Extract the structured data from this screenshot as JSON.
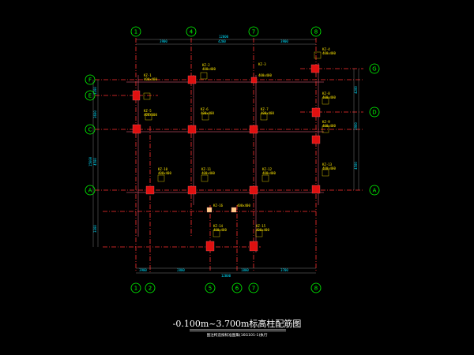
{
  "drawing": {
    "title": "-0.100m~3.700m标高柱配筋图",
    "subtitle": "图注构造按标准图集(16G101-1)执行",
    "colors": {
      "background": "#000000",
      "axis_line": "#ff3030",
      "column": "#e01010",
      "label": "#ffe800",
      "dimension": "#00e0ff",
      "bubble": "#00ff00",
      "title": "#ffffff"
    }
  },
  "axes": {
    "top": [
      "1",
      "4",
      "7",
      "8"
    ],
    "bottom": [
      "1",
      "2",
      "5",
      "6",
      "7",
      "8"
    ],
    "left": [
      "F",
      "E",
      "C",
      "A"
    ],
    "right": [
      "G",
      "D",
      "A"
    ]
  },
  "dimensions": {
    "top_overall": "12000",
    "top_segments": [
      "3900",
      "4200",
      "3900"
    ],
    "bottom_overall": "12000",
    "bottom_segments": [
      "3900",
      "2800",
      "1800",
      "3700"
    ],
    "left_overall": "15600",
    "left_segments": [
      "1200",
      "3600",
      "4500",
      "3300"
    ],
    "right_segments": [
      "4200",
      "3900",
      "4500"
    ]
  },
  "columns": [
    {
      "code": "KZ-1",
      "spec": "400x400"
    },
    {
      "code": "KZ-2",
      "spec": "400x400"
    },
    {
      "code": "KZ-3",
      "spec": "400x400"
    },
    {
      "code": "KZ-4",
      "spec": "400x400"
    },
    {
      "code": "KZ-5",
      "spec": "400x400"
    },
    {
      "code": "KZ-6",
      "spec": "400x400"
    },
    {
      "code": "KZ-7",
      "spec": "400x400"
    },
    {
      "code": "KZ-8",
      "spec": "400x400"
    },
    {
      "code": "KZ-9",
      "spec": "400x400"
    },
    {
      "code": "KZ-10",
      "spec": "400x400"
    },
    {
      "code": "KZ-11",
      "spec": "400x400"
    },
    {
      "code": "KZ-12",
      "spec": "400x400"
    },
    {
      "code": "KZ-13",
      "spec": "400x400"
    },
    {
      "code": "KZ-14",
      "spec": "400x400"
    },
    {
      "code": "KZ-15",
      "spec": "400x400"
    },
    {
      "code": "KZ-16",
      "spec": "400x400"
    }
  ]
}
